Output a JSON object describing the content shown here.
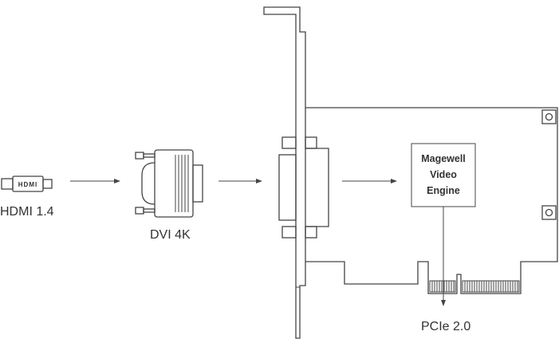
{
  "labels": {
    "hdmi": "HDMI 1.4",
    "dvi": "DVI 4K",
    "pcie": "PCIe 2.0",
    "engine_line1": "Magewell",
    "engine_line2": "Video",
    "engine_line3": "Engine",
    "hdmi_plug_text": "HDMI"
  },
  "icons": [
    "hdmi-connector-icon",
    "dvi-connector-icon",
    "capture-card-icon",
    "video-engine-chip"
  ],
  "colors": {
    "stroke": "#444444",
    "text": "#333333",
    "background": "#ffffff"
  }
}
